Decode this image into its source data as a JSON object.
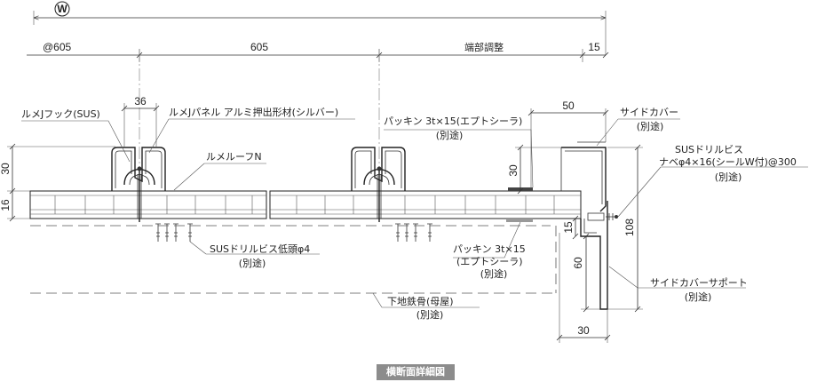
{
  "symbol": "W",
  "dimensions": {
    "pitch": "@605",
    "module": "605",
    "end_adjust": "端部調整",
    "edge": "15",
    "hook_width": "36",
    "cover_top": "50",
    "height_left": "30",
    "thick_left": "16",
    "height_right": "30",
    "packing_gap": "15",
    "cover_height": "108",
    "support_len": "60",
    "bottom_width": "30"
  },
  "labels": {
    "hook": "ルメJフック(SUS)",
    "panel": "ルメJパネル アルミ押出形材(シルバー)",
    "roof": "ルメルーフN",
    "screw_low": "SUSドリルビス低頭φ4",
    "screw_low_note": "(別途)",
    "packing_top": "パッキン 3t×15(エプトシーラ)",
    "packing_top_note": "(別途)",
    "packing_bottom_1": "パッキン 3t×15",
    "packing_bottom_2": "(エプトシーラ)",
    "packing_bottom_note": "(別途)",
    "side_cover": "サイドカバー",
    "side_cover_note": "(別途)",
    "sus_screw": "SUSドリルビス",
    "sus_screw_spec": "ナベφ4×16(シールW付)@300",
    "sus_screw_note": "(別途)",
    "support": "サイドカバーサポート",
    "support_note": "(別途)",
    "purlin": "下地鉄骨(母屋)",
    "purlin_note": "(別途)"
  },
  "caption": "横断面詳細図"
}
